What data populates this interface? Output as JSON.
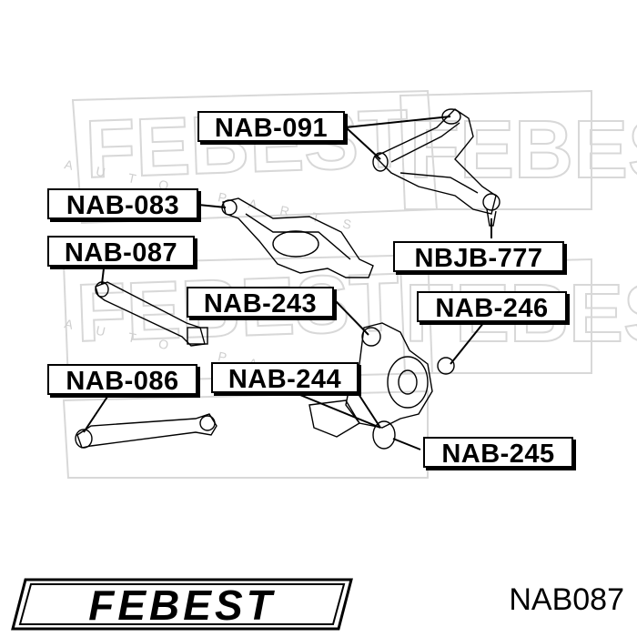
{
  "watermark": {
    "brand": "FEBEST",
    "subtext": "AUTO PARTS"
  },
  "labels": {
    "nab091": "NAB-091",
    "nab083": "NAB-083",
    "nab087": "NAB-087",
    "nbjb777": "NBJB-777",
    "nab243": "NAB-243",
    "nab246": "NAB-246",
    "nab086": "NAB-086",
    "nab244": "NAB-244",
    "nab245": "NAB-245"
  },
  "footer": {
    "logo_text": "FEBEST",
    "part_number": "NAB087"
  },
  "colors": {
    "line": "#000000",
    "watermark": "#d6d6d6",
    "background": "#ffffff"
  }
}
